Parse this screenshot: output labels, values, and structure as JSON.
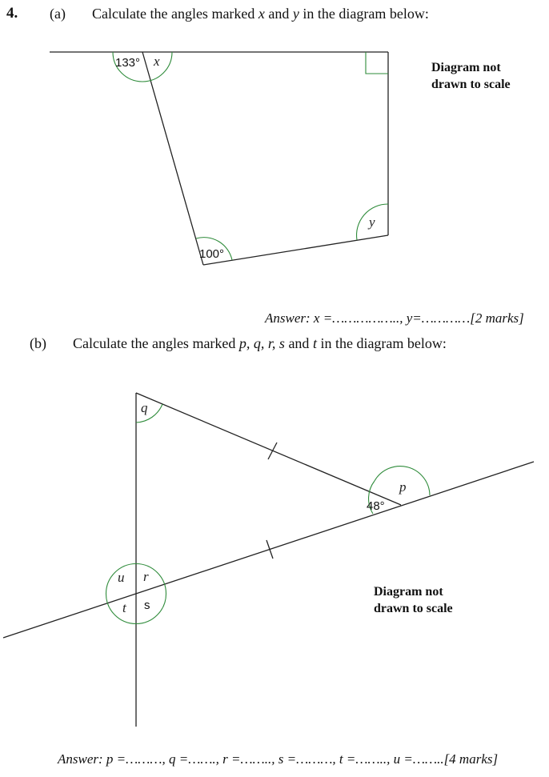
{
  "question": {
    "number": "4.",
    "part_a": {
      "label": "(a)",
      "prompt_pre": "Calculate the angles marked ",
      "var1": "x",
      "mid": " and ",
      "var2": "y",
      "prompt_post": " in the diagram below:",
      "note_line1": "Diagram not",
      "note_line2": "drawn to scale",
      "angles": {
        "given_top": "133°",
        "unknown_top": "x",
        "given_bottom": "100°",
        "unknown_right": "y"
      },
      "answer": "Answer:  x =……………..,  y=…………[2 marks]"
    },
    "part_b": {
      "label": "(b)",
      "prompt_pre": "Calculate the angles marked ",
      "vars": "p,  q,  r,  s",
      "mid": " and ",
      "var_last": "t",
      "prompt_post": "  in the diagram below:",
      "note_line1": "Diagram not",
      "note_line2": "drawn to scale",
      "angles": {
        "given": "48°",
        "p": "p",
        "q": "q",
        "r": "r",
        "s": "s",
        "t": "t",
        "u": "u"
      },
      "answer": "Answer:  p =………,  q =…….,  r =……..,  s =………,  t =……..,  u =……..[4 marks]"
    }
  },
  "colors": {
    "line": "#222222",
    "angle_arc": "#2e8b3a"
  }
}
